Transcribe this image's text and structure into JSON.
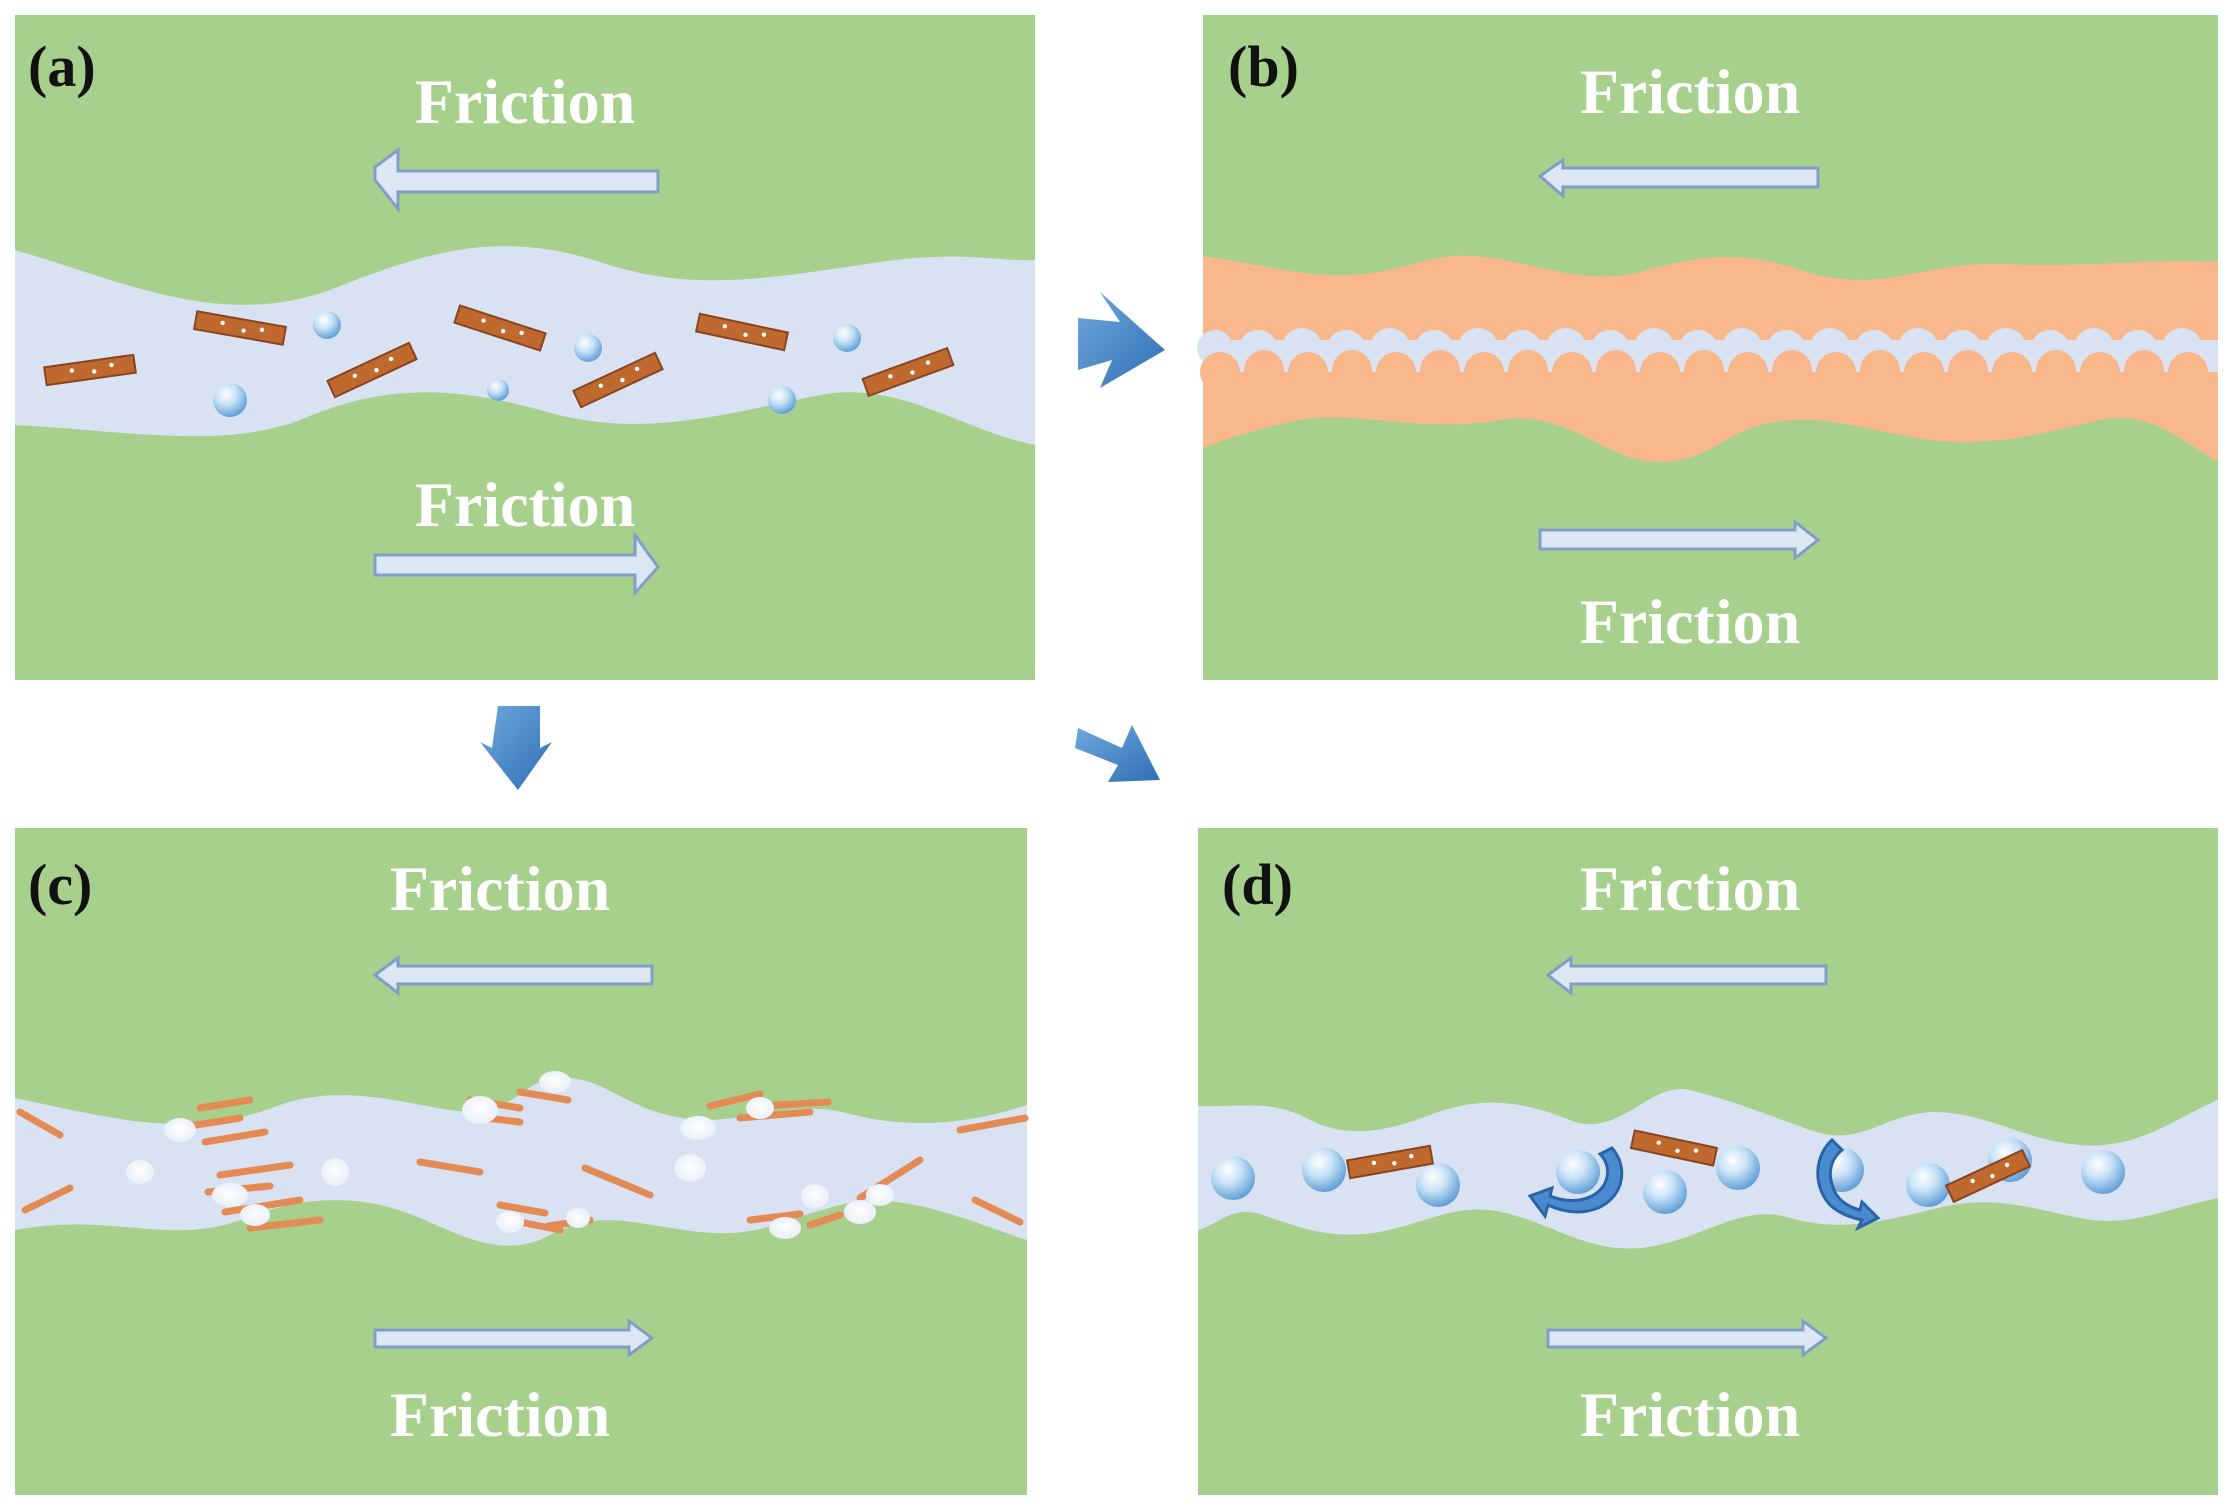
{
  "panels": [
    {
      "label": "(a)",
      "top_text": "Friction",
      "bottom_text": "Friction"
    },
    {
      "label": "(b)",
      "top_text": "Friction",
      "bottom_text": "Friction"
    },
    {
      "label": "(c)",
      "top_text": "Friction",
      "bottom_text": "Friction"
    },
    {
      "label": "(d)",
      "top_text": "Friction",
      "bottom_text": "Friction"
    }
  ],
  "colors": {
    "surface": "#a8d08d",
    "lubricant": "#d8e2f2",
    "tribofilm": "#f8b88b",
    "platelet": "#c0692f",
    "arrow_fill": "#dde6f3",
    "arrow_stroke": "#7f9fc8",
    "flow_arrow": "#3d7ec4"
  }
}
